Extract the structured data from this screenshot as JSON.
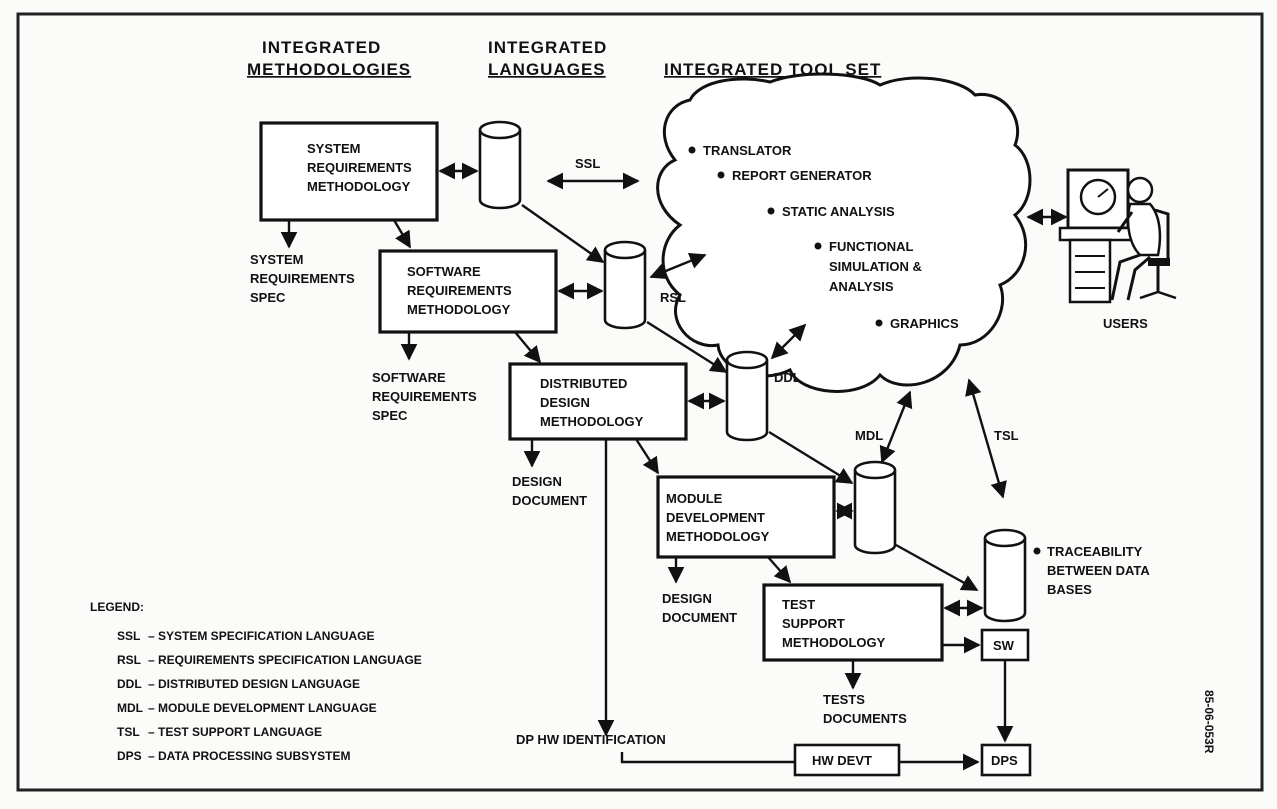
{
  "headings": {
    "methodologies": [
      "INTEGRATED",
      "METHODOLOGIES"
    ],
    "languages": [
      "INTEGRATED",
      "LANGUAGES"
    ],
    "toolset": "INTEGRATED TOOL SET"
  },
  "methodologies": {
    "system": [
      "SYSTEM",
      "REQUIREMENTS",
      "METHODOLOGY"
    ],
    "software": [
      "SOFTWARE",
      "REQUIREMENTS",
      "METHODOLOGY"
    ],
    "distributed": [
      "DISTRIBUTED",
      "DESIGN",
      "METHODOLOGY"
    ],
    "module": [
      "MODULE",
      "DEVELOPMENT",
      "METHODOLOGY"
    ],
    "test": [
      "TEST",
      "SUPPORT",
      "METHODOLOGY"
    ]
  },
  "outputs": {
    "system_spec": [
      "SYSTEM",
      "REQUIREMENTS",
      "SPEC"
    ],
    "software_spec": [
      "SOFTWARE",
      "REQUIREMENTS",
      "SPEC"
    ],
    "design_doc_1": [
      "DESIGN",
      "DOCUMENT"
    ],
    "design_doc_2": [
      "DESIGN",
      "DOCUMENT"
    ],
    "tests_docs": [
      "TESTS",
      "DOCUMENTS"
    ],
    "dp_hw": "DP HW IDENTIFICATION"
  },
  "languages": {
    "ssl": "SSL",
    "rsl": "RSL",
    "ddl": "DDL",
    "mdl": "MDL",
    "tsl": "TSL"
  },
  "tools": [
    "TRANSLATOR",
    "REPORT GENERATOR",
    "STATIC ANALYSIS",
    "FUNCTIONAL",
    "SIMULATION &",
    "ANALYSIS",
    "GRAPHICS"
  ],
  "users_label": "USERS",
  "traceability": [
    "TRACEABILITY",
    "BETWEEN DATA",
    "BASES"
  ],
  "small_boxes": {
    "sw": "SW",
    "dps": "DPS",
    "hw_devt": "HW DEVT"
  },
  "legend": {
    "title": "LEGEND:",
    "items": [
      {
        "abbr": "SSL",
        "desc": "– SYSTEM SPECIFICATION LANGUAGE"
      },
      {
        "abbr": "RSL",
        "desc": "– REQUIREMENTS SPECIFICATION LANGUAGE"
      },
      {
        "abbr": "DDL",
        "desc": "– DISTRIBUTED DESIGN LANGUAGE"
      },
      {
        "abbr": "MDL",
        "desc": "– MODULE DEVELOPMENT LANGUAGE"
      },
      {
        "abbr": "TSL",
        "desc": "– TEST SUPPORT LANGUAGE"
      },
      {
        "abbr": "DPS",
        "desc": "– DATA PROCESSING SUBSYSTEM"
      }
    ]
  },
  "figure_code": "85-06-053R"
}
